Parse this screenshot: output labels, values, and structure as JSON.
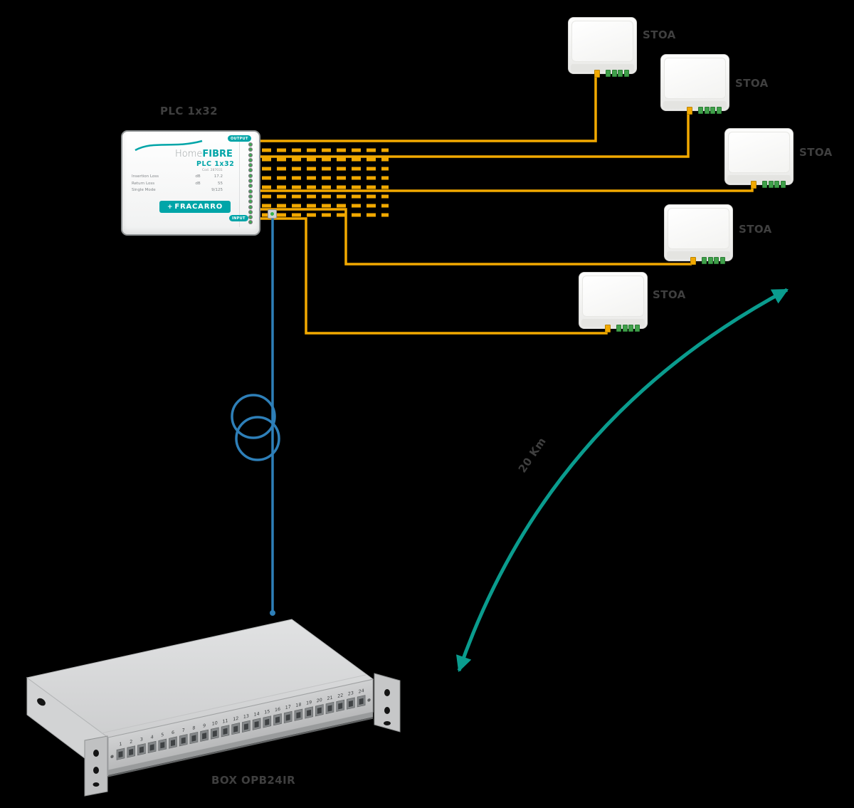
{
  "canvas": {
    "background": "#000000"
  },
  "colors": {
    "output_fiber": "#F2A900",
    "input_fiber": "#2E7FB8",
    "distance_arrow": "#0A9C8E",
    "brand_teal": "#00A5A8",
    "label_text": "#3F3F3F"
  },
  "plc": {
    "title_label": "PLC 1x32",
    "brand_name_1": "Home",
    "brand_name_2": "FIBRE",
    "model": "PLC 1x32",
    "code": "Cod. 287031",
    "specs": [
      {
        "name": "Insertion Loss",
        "unit": "dB",
        "value": "17.2"
      },
      {
        "name": "Return Loss",
        "unit": "dB",
        "value": "55"
      },
      {
        "name": "Single Mode",
        "unit": "",
        "value": "9/125"
      }
    ],
    "logo_text": "FRACARRO",
    "output_label": "OUTPUT",
    "input_label": "INPUT",
    "output_port_count": 16
  },
  "stoa_units": [
    {
      "label": "STOA"
    },
    {
      "label": "STOA"
    },
    {
      "label": "STOA"
    },
    {
      "label": "STOA"
    },
    {
      "label": "STOA"
    }
  ],
  "distance_label": "20 Km",
  "patch_panel": {
    "label": "BOX OPB24IR",
    "port_numbers": [
      "1",
      "2",
      "3",
      "4",
      "5",
      "6",
      "7",
      "8",
      "9",
      "10",
      "11",
      "12",
      "13",
      "14",
      "15",
      "16",
      "17",
      "18",
      "19",
      "20",
      "21",
      "22",
      "23",
      "24"
    ]
  }
}
